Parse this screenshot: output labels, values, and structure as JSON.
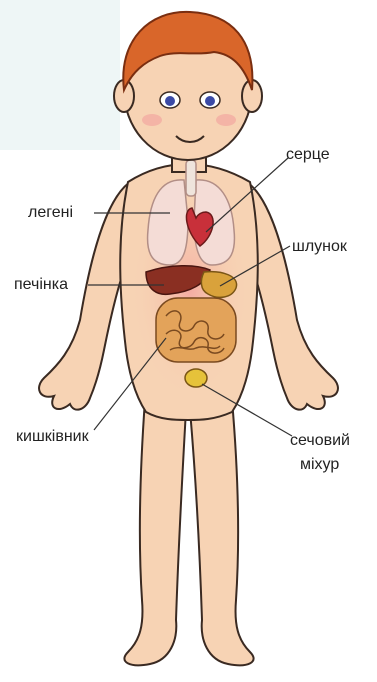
{
  "diagram": {
    "labels": {
      "heart": "серце",
      "lungs": "легені",
      "stomach": "шлунок",
      "liver": "печінка",
      "intestine": "кишківник",
      "bladder_line1": "сечовий",
      "bladder_line2": "міхур"
    },
    "colors": {
      "skin": "#f7d3b4",
      "skin_outline": "#3a2a22",
      "hair": "#d9662a",
      "lungs": "#f4dcd6",
      "heart": "#c8303a",
      "liver": "#8a2f22",
      "stomach": "#d9a23b",
      "intestine": "#e3a35a",
      "bladder": "#e6c23a",
      "eyes": "#3b4aa6",
      "leader_line": "#333333"
    }
  }
}
